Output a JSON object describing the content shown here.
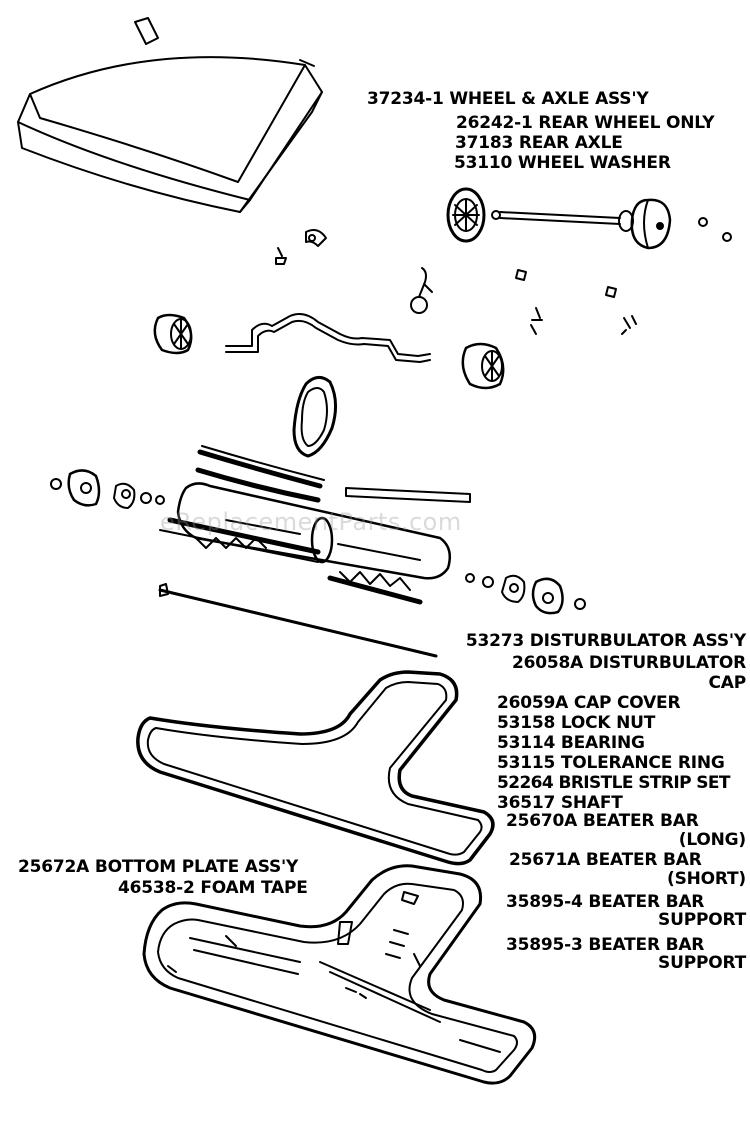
{
  "watermark": "eReplacementParts.com",
  "labels": {
    "wheel_axle_assy": "37234-1 WHEEL & AXLE ASS'Y",
    "rear_wheel_only": "26242-1 REAR WHEEL ONLY",
    "rear_axle": "37183 REAR AXLE",
    "wheel_washer": "53110 WHEEL WASHER",
    "disturbulator_assy": "53273 DISTURBULATOR ASS'Y",
    "disturbulator_cap_1": "26058A DISTURBULATOR",
    "disturbulator_cap_2": "CAP",
    "cap_cover": "26059A CAP COVER",
    "lock_nut": "53158 LOCK NUT",
    "bearing": "53114 BEARING",
    "tolerance_ring": "53115 TOLERANCE RING",
    "bristle_strip_set": "52264 BRISTLE STRIP SET",
    "shaft": "36517 SHAFT",
    "beater_bar_long_1": "25670A BEATER BAR",
    "beater_bar_long_2": "(LONG)",
    "beater_bar_short_1": "25671A BEATER BAR",
    "beater_bar_short_2": "(SHORT)",
    "beater_bar_support_4_1": "35895-4 BEATER BAR",
    "beater_bar_support_4_2": "SUPPORT",
    "beater_bar_support_3_1": "35895-3 BEATER BAR",
    "beater_bar_support_3_2": "SUPPORT",
    "bottom_plate_assy": "25672A BOTTOM PLATE ASS'Y",
    "foam_tape": "46538-2 FOAM TAPE"
  }
}
